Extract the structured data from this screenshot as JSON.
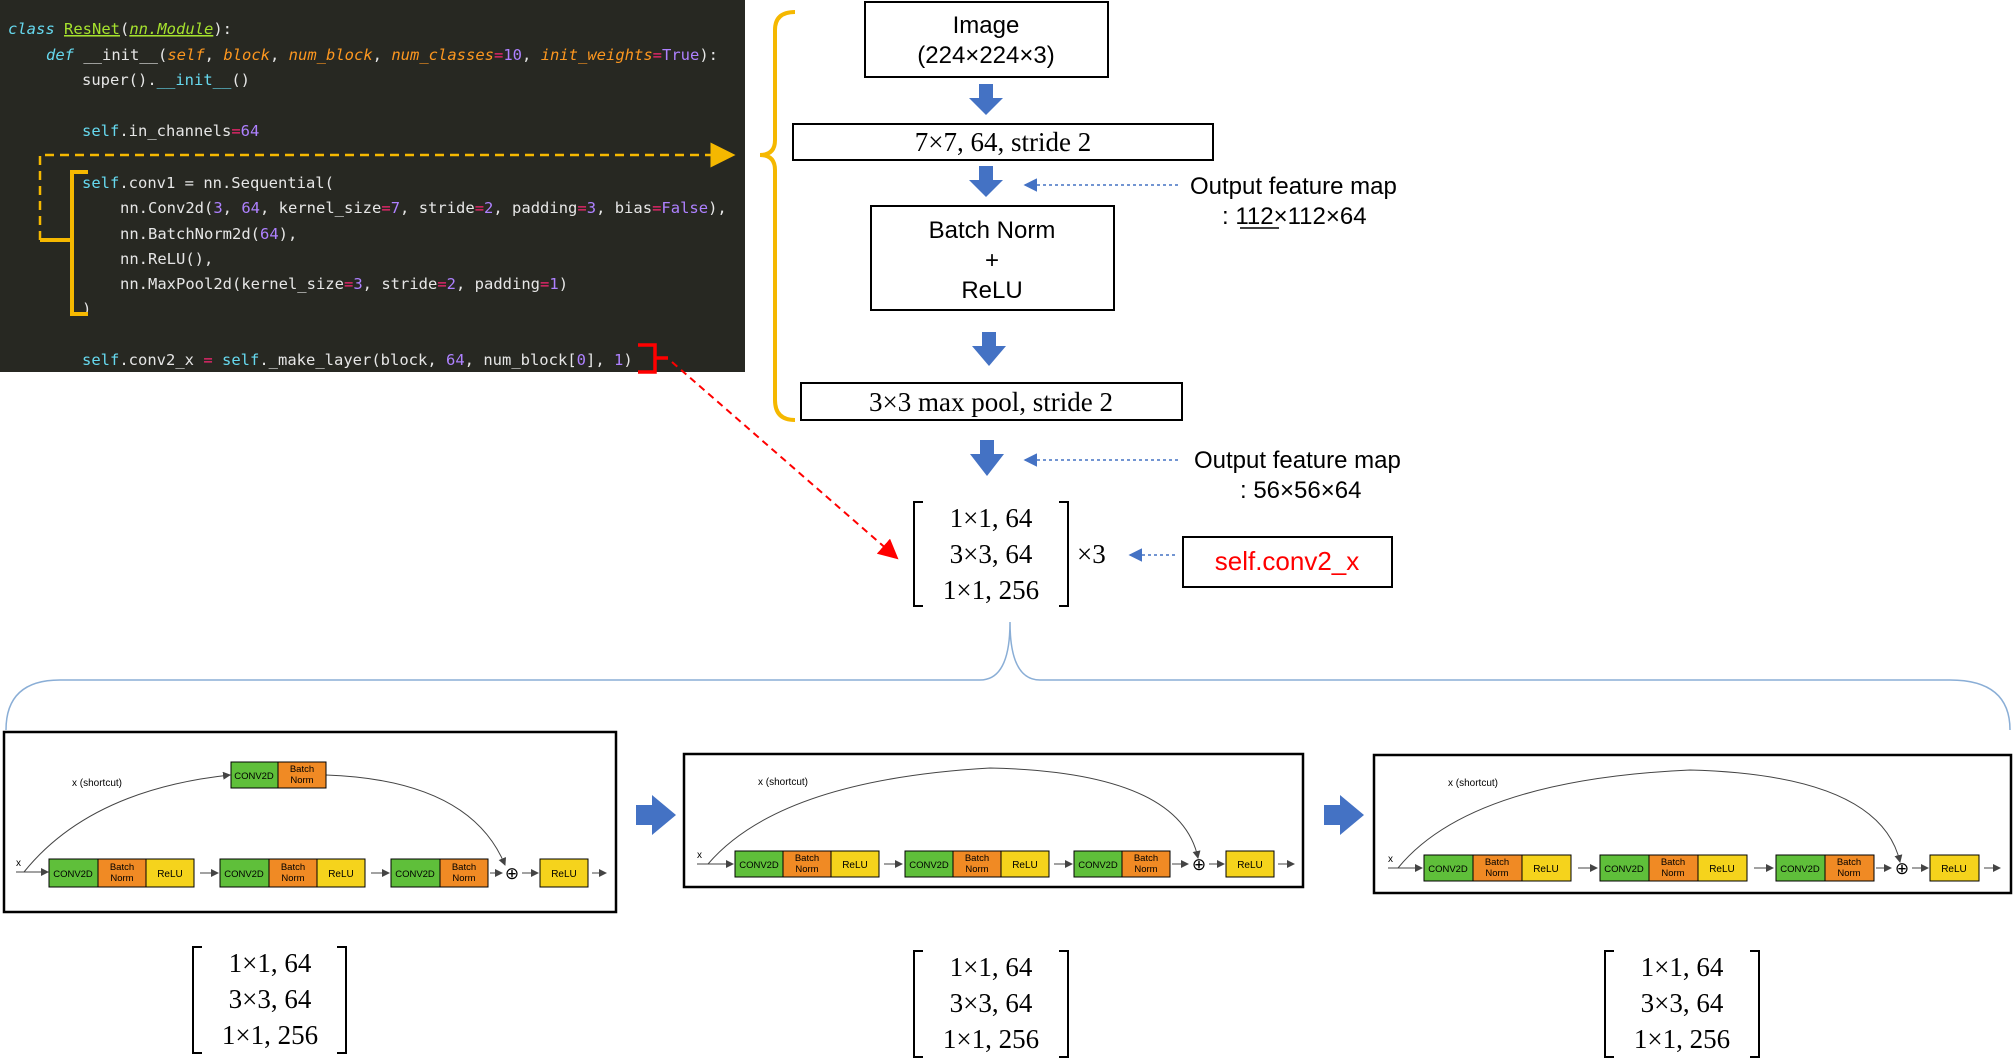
{
  "code": {
    "l1": {
      "kw": "class ",
      "name": "ResNet",
      "p1": "(",
      "base": "nn.Module",
      "p2": "):"
    },
    "l2": {
      "kw": "def ",
      "name": "__init__",
      "p1": "(",
      "a1": "self",
      "c1": ", ",
      "a2": "block",
      "c2": ", ",
      "a3": "num_block",
      "c3": ", ",
      "a4": "num_classes",
      "eq1": "=",
      "v1": "10",
      "c4": ", ",
      "a5": "init_weights",
      "eq2": "=",
      "v2": "True",
      "p2": "):"
    },
    "l3": {
      "t1": "super().",
      "t2": "__init__",
      "t3": "()"
    },
    "l4": {
      "s": "self",
      "t1": ".in_channels",
      "eq": "=",
      "v": "64"
    },
    "l5": {
      "s": "self",
      "t1": ".conv1 = nn.Sequential("
    },
    "l6": {
      "t1": "nn.Conv2d(",
      "v1": "3",
      "c1": ", ",
      "v2": "64",
      "t2": ", kernel_size",
      "e1": "=",
      "v3": "7",
      "t3": ", stride",
      "e2": "=",
      "v4": "2",
      "t4": ", padding",
      "e3": "=",
      "v5": "3",
      "t5": ", bias",
      "e4": "=",
      "v6": "False",
      "t6": "),"
    },
    "l7": {
      "t1": "nn.BatchNorm2d(",
      "v1": "64",
      "t2": "),"
    },
    "l8": {
      "t1": "nn.ReLU(),"
    },
    "l9": {
      "t1": "nn.MaxPool2d(kernel_size",
      "e1": "=",
      "v1": "3",
      "t2": ", stride",
      "e2": "=",
      "v2": "2",
      "t3": ", padding",
      "e3": "=",
      "v3": "1",
      "t4": ")"
    },
    "l10": {
      "t1": ")"
    },
    "l11": {
      "s1": "self",
      "t1": ".conv2_x ",
      "eq": "=",
      "sp": " ",
      "s2": "self",
      "t2": "._make_layer(block, ",
      "v1": "64",
      "t3": ", num_block[",
      "v2": "0",
      "t4": "], ",
      "v3": "1",
      "t5": ")"
    }
  },
  "flow": {
    "image_line1": "Image",
    "image_line2": "(224×224×3)",
    "conv_box": "7×7, 64, stride 2",
    "bn_line1": "Batch Norm",
    "bn_line2": "+",
    "bn_line3": "ReLU",
    "pool_box": "3×3 max pool, stride 2",
    "out1_line1": "Output feature map",
    "out1_line2": ": 112×112×64",
    "out2_line1": "Output feature map",
    "out2_line2": ": 56×56×64",
    "matrix_r1": "1×1, 64",
    "matrix_r2": "3×3, 64",
    "matrix_r3": "1×1, 256",
    "times": "×3",
    "conv2x_label": "self.conv2_x"
  },
  "blocks": {
    "shortcut": "x (shortcut)",
    "x": "x",
    "conv": "CONV2D",
    "bn1": "Batch",
    "bn2": "Norm",
    "relu": "ReLU",
    "plus": "⊕",
    "matrix_r1": "1×1, 64",
    "matrix_r2": "3×3, 64",
    "matrix_r3": "1×1, 256"
  },
  "colors": {
    "code_bg": "#272822",
    "code_text": "#e6e6e6",
    "code_keyword": "#66d9ef",
    "code_class": "#a6e22e",
    "code_param": "#fd971f",
    "code_number": "#ae81ff",
    "brace": "#f5b800",
    "red": "#ff0000",
    "arrow_blue": "#4472c4",
    "conv_green": "#5fbf3a",
    "bn_orange": "#f08a24",
    "relu_yellow": "#f5d31c"
  }
}
